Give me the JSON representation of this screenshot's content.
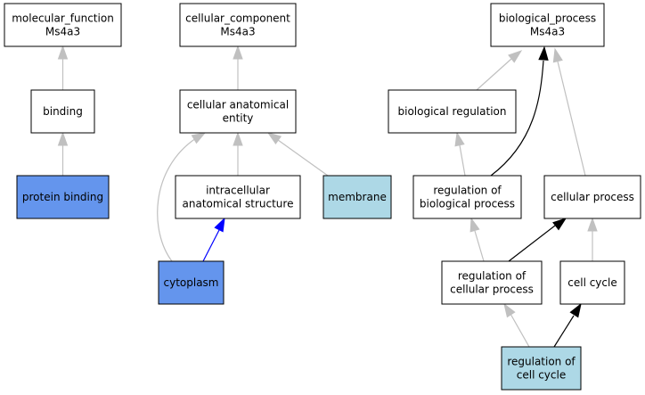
{
  "colors": {
    "default_fill": "#ffffff",
    "highlight_fill": "#6495ed",
    "secondary_fill": "#add8e6",
    "edge_gray": "#c0c0c0",
    "edge_black": "#000000",
    "edge_blue": "#0000ff"
  },
  "nodes": {
    "mf": {
      "lines": [
        "molecular_function",
        "Ms4a3"
      ],
      "fill": "#ffffff"
    },
    "binding": {
      "lines": [
        "binding"
      ],
      "fill": "#ffffff"
    },
    "protein_binding": {
      "lines": [
        "protein binding"
      ],
      "fill": "#6495ed"
    },
    "cc": {
      "lines": [
        "cellular_component",
        "Ms4a3"
      ],
      "fill": "#ffffff"
    },
    "cae": {
      "lines": [
        "cellular anatomical",
        "entity"
      ],
      "fill": "#ffffff"
    },
    "ias": {
      "lines": [
        "intracellular",
        "anatomical structure"
      ],
      "fill": "#ffffff"
    },
    "membrane": {
      "lines": [
        "membrane"
      ],
      "fill": "#add8e6"
    },
    "cytoplasm": {
      "lines": [
        "cytoplasm"
      ],
      "fill": "#6495ed"
    },
    "bp": {
      "lines": [
        "biological_process",
        "Ms4a3"
      ],
      "fill": "#ffffff"
    },
    "bioreg": {
      "lines": [
        "biological regulation"
      ],
      "fill": "#ffffff"
    },
    "regbp": {
      "lines": [
        "regulation of",
        "biological process"
      ],
      "fill": "#ffffff"
    },
    "cellproc": {
      "lines": [
        "cellular process"
      ],
      "fill": "#ffffff"
    },
    "regcp": {
      "lines": [
        "regulation of",
        "cellular process"
      ],
      "fill": "#ffffff"
    },
    "cellcycle": {
      "lines": [
        "cell cycle"
      ],
      "fill": "#ffffff"
    },
    "regcc": {
      "lines": [
        "regulation of",
        "cell cycle"
      ],
      "fill": "#add8e6"
    }
  },
  "edges": [
    {
      "from": "binding",
      "to": "mf",
      "color": "#c0c0c0"
    },
    {
      "from": "protein_binding",
      "to": "binding",
      "color": "#c0c0c0"
    },
    {
      "from": "cae",
      "to": "cc",
      "color": "#c0c0c0"
    },
    {
      "from": "ias",
      "to": "cae",
      "color": "#c0c0c0"
    },
    {
      "from": "membrane",
      "to": "cae",
      "color": "#c0c0c0"
    },
    {
      "from": "cytoplasm",
      "to": "cae",
      "color": "#c0c0c0"
    },
    {
      "from": "cytoplasm",
      "to": "ias",
      "color": "#0000ff"
    },
    {
      "from": "bioreg",
      "to": "bp",
      "color": "#c0c0c0"
    },
    {
      "from": "regbp",
      "to": "bioreg",
      "color": "#c0c0c0"
    },
    {
      "from": "regbp",
      "to": "bp",
      "color": "#000000"
    },
    {
      "from": "cellproc",
      "to": "bp",
      "color": "#c0c0c0"
    },
    {
      "from": "regcp",
      "to": "regbp",
      "color": "#c0c0c0"
    },
    {
      "from": "regcp",
      "to": "cellproc",
      "color": "#000000"
    },
    {
      "from": "cellcycle",
      "to": "cellproc",
      "color": "#c0c0c0"
    },
    {
      "from": "regcc",
      "to": "regcp",
      "color": "#c0c0c0"
    },
    {
      "from": "regcc",
      "to": "cellcycle",
      "color": "#000000"
    }
  ]
}
